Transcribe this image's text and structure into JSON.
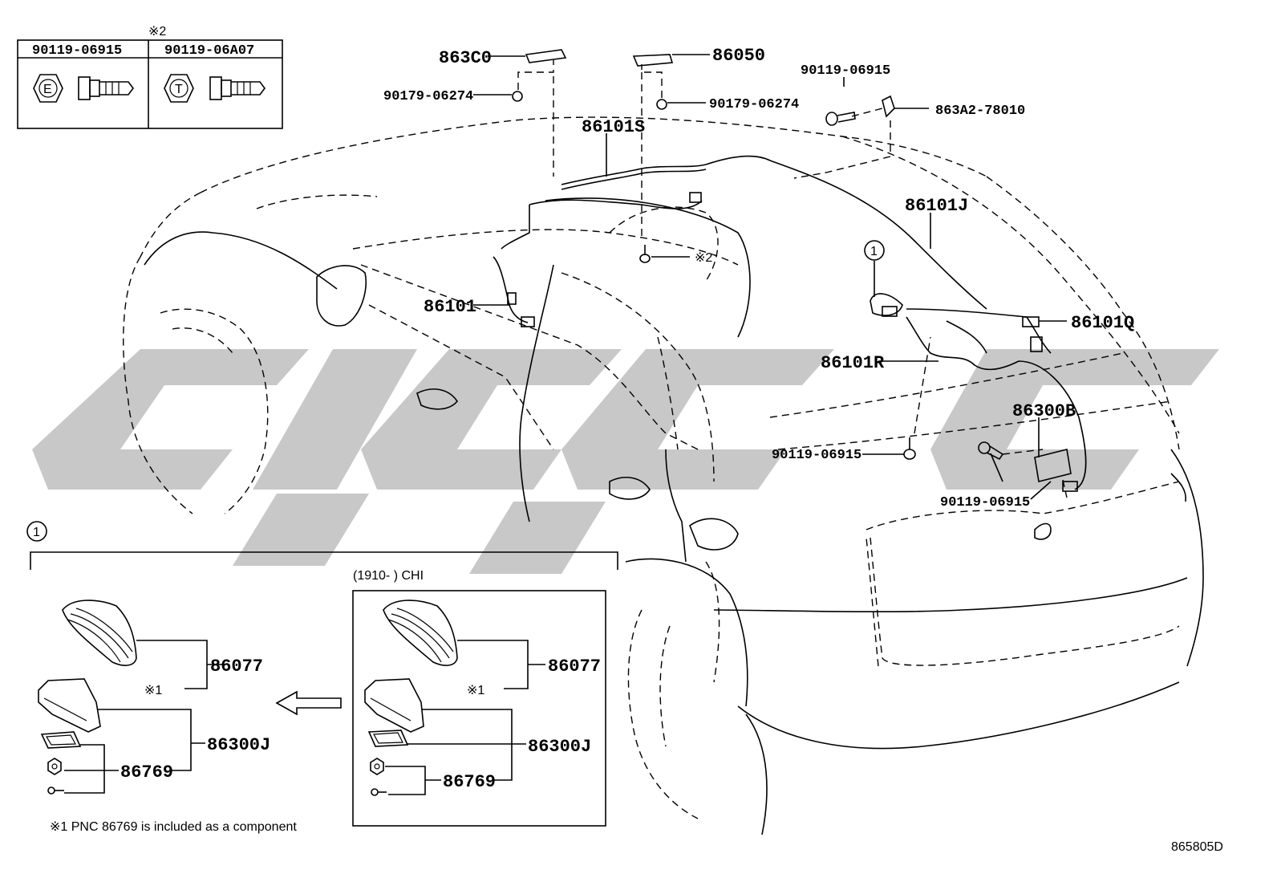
{
  "diagram": {
    "figure_code": "865805D",
    "fastener_table": {
      "header_mark": "※2",
      "columns": [
        {
          "part_no": "90119-06915",
          "symbol": "E"
        },
        {
          "part_no": "90119-06A07",
          "symbol": "T"
        }
      ]
    },
    "callouts": {
      "p863C0": "863C0",
      "p86050": "86050",
      "p90179_a": "90179-06274",
      "p90179_b": "90179-06274",
      "p90119_top": "90119-06915",
      "p863A2": "863A2-78010",
      "p86101S": "86101S",
      "p86101J": "86101J",
      "p_ref2": "※2",
      "p86101": "86101",
      "p86101Q": "86101Q",
      "p86101R": "86101R",
      "p86300B": "86300B",
      "p90119_mid": "90119-06915",
      "p90119_right": "90119-06915"
    },
    "circle_ref": "1",
    "detail": {
      "ref": "1",
      "left": {
        "p86077": "86077",
        "ref1": "※1",
        "p86300J": "86300J",
        "p86769": "86769"
      },
      "right": {
        "heading": "(1910-      ) CHI",
        "p86077": "86077",
        "ref1": "※1",
        "p86300J": "86300J",
        "p86769": "86769"
      },
      "footnote": "※1 PNC 86769 is included as a component"
    }
  }
}
